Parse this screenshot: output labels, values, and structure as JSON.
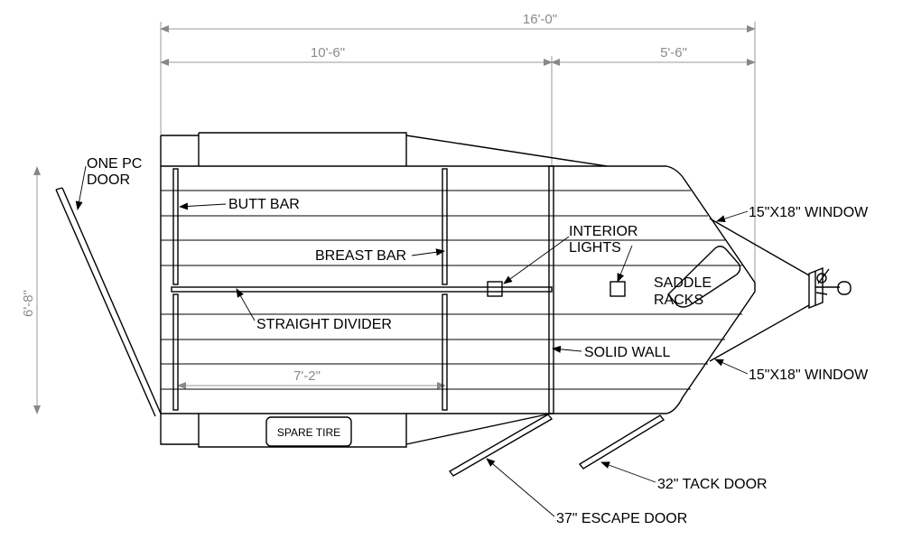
{
  "dimensions": {
    "overall_length": "16'-0\"",
    "rear_section": "10'-6\"",
    "front_section": "5'-6\"",
    "height": "6'-8\"",
    "divider_length": "7'-2\""
  },
  "labels": {
    "one_pc_door_line1": "ONE PC",
    "one_pc_door_line2": "DOOR",
    "butt_bar": "BUTT BAR",
    "breast_bar": "BREAST BAR",
    "straight_divider": "STRAIGHT DIVIDER",
    "interior_lights_line1": "INTERIOR",
    "interior_lights_line2": "LIGHTS",
    "saddle_racks_line1": "SADDLE",
    "saddle_racks_line2": "RACKS",
    "solid_wall": "SOLID WALL",
    "window_top": "15\"X18\" WINDOW",
    "window_bottom": "15\"X18\" WINDOW",
    "spare_tire": "SPARE TIRE",
    "tack_door": "32\" TACK DOOR",
    "escape_door": "37\" ESCAPE DOOR"
  }
}
